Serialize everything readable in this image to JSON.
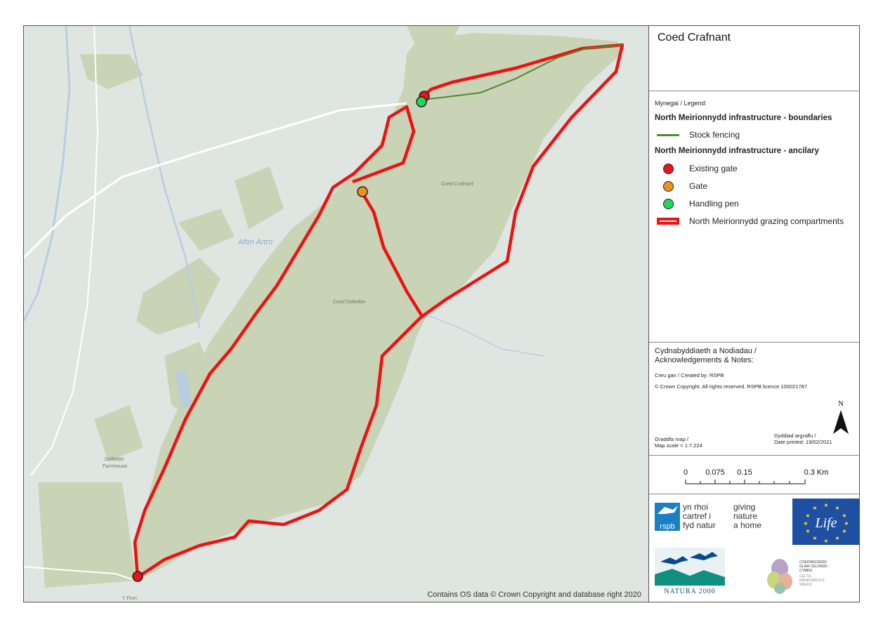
{
  "map": {
    "title": "Coed Crafnant",
    "labels": {
      "coed_crafnant": "Coed Crafnant",
      "coed_dolbebin": "Coed Dolbebin",
      "afon_artro": "Afon Artro",
      "dolbebin_farmhouse_line1": "Dolbebin",
      "dolbebin_farmhouse_line2": "Farmhouse",
      "y_fron": "Y Fron"
    },
    "os_credit": "Contains OS data © Crown Copyright and database right 2020",
    "colors": {
      "background": "#dfe6e2",
      "woodland": "#c9d3b6",
      "water": "#b9cde0",
      "roads": "#ffffff",
      "compartment": "#ee1111",
      "fence": "#4f8a2b"
    }
  },
  "legend": {
    "heading": "Mynegai / Legend:",
    "group_boundaries": "North Meirionnydd infrastructure - boundaries",
    "stock_fencing": "Stock fencing",
    "group_ancillary": "North Meirionnydd infrastructure - ancilary",
    "existing_gate": "Existing gate",
    "gate": "Gate",
    "handling_pen": "Handling pen",
    "grazing_compartments": "North Meirionnydd grazing compartments",
    "colors": {
      "existing_gate": "#e8141a",
      "gate": "#f0901e",
      "handling_pen": "#22d65a"
    }
  },
  "notes": {
    "title_line1": "Cydnabyddiaeth a Nodiadau /",
    "title_line2": "Acknowledgements & Notes:",
    "created_by": "Creu gan / Created by:   RSPB",
    "copyright": "© Crown Copyright.  All rights reserved. RSPB licence 100021787.",
    "scale_line1": "Graddfa map /",
    "scale_line2": "Map scale = 1:7,224",
    "date_line1": "Dyddiad argraffu /",
    "date_line2": "Date printed: 19/02/2021",
    "north": "N"
  },
  "scalebar": {
    "labels": [
      "0",
      "0.075",
      "0.15",
      "0.3 Km"
    ]
  },
  "logos": {
    "rspb_welsh": [
      "yn rhoi",
      "cartref i",
      "fyd natur"
    ],
    "rspb_english": [
      "giving",
      "nature",
      "a home"
    ],
    "rspb_mark": "rspb",
    "life": "Life",
    "natura": "NATURA 2000",
    "crw_welsh": [
      "COEDWIGOEDD",
      "GLAW CELTAIDD",
      "CYMRU"
    ],
    "crw_english": [
      "CELTIC",
      "RAINFORESTS",
      "WALES"
    ]
  }
}
